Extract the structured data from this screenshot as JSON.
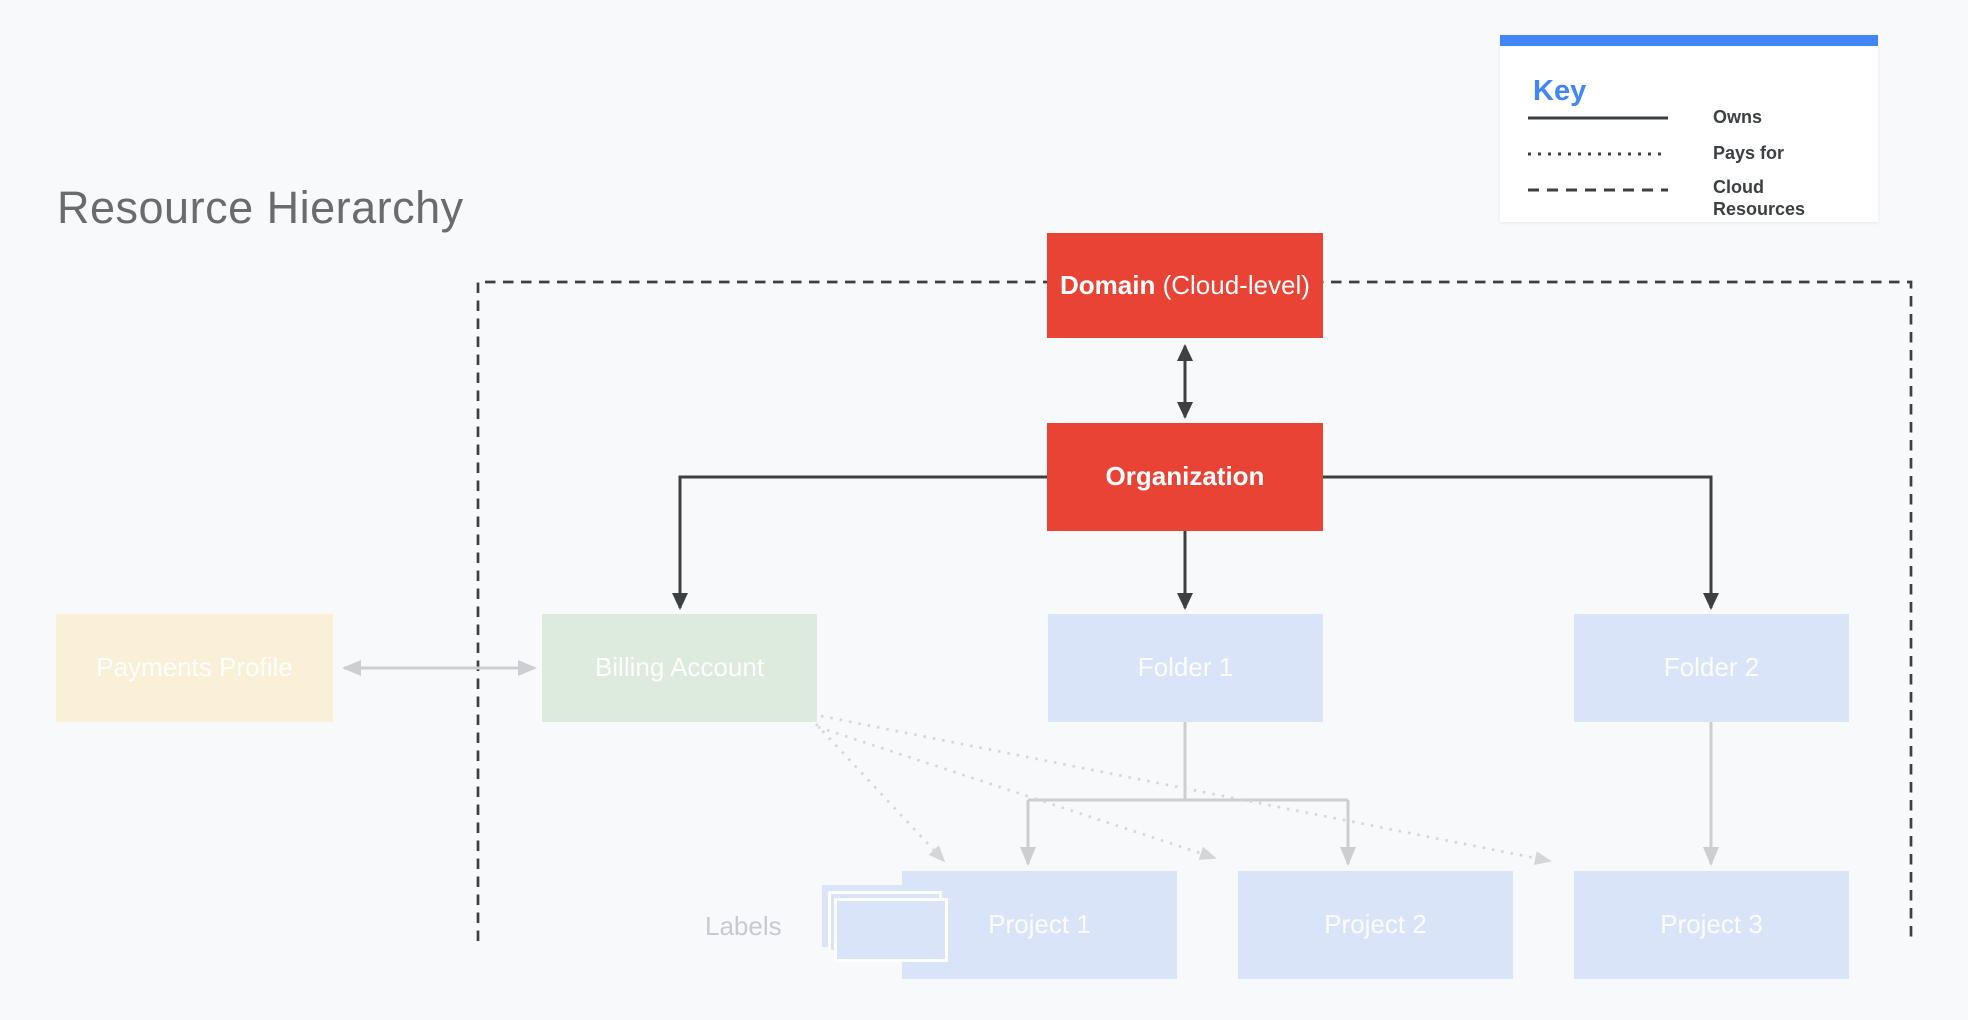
{
  "title": "Resource Hierarchy",
  "key": {
    "title": "Key",
    "items": [
      {
        "line_style": "solid",
        "label": "Owns"
      },
      {
        "line_style": "dotted",
        "label": "Pays for"
      },
      {
        "line_style": "dashed",
        "label": "Cloud Resources"
      }
    ]
  },
  "nodes": {
    "domain": {
      "label_bold": "Domain",
      "label_rest": " (Cloud-level)"
    },
    "organization": {
      "label": "Organization"
    },
    "payments_profile": {
      "label": "Payments Profile"
    },
    "billing_account": {
      "label": "Billing Account"
    },
    "folder1": {
      "label": "Folder 1"
    },
    "folder2": {
      "label": "Folder 2"
    },
    "project1": {
      "label": "Project 1"
    },
    "project2": {
      "label": "Project 2"
    },
    "project3": {
      "label": "Project 3"
    }
  },
  "labels_annotation": {
    "label": "Labels"
  },
  "colors": {
    "background": "#F8F9FA",
    "node_red": "#E94335",
    "node_blue": "#D9E4F9",
    "node_green": "#DDEBDD",
    "node_cream": "#FAF0D8",
    "node_text_light": "#FFFFFF",
    "title_gray": "#6A6B6D",
    "key_accent": "#4285F4",
    "legend_text": "#3C4043",
    "connector_dark": "#3C4043",
    "connector_gray": "#CCCED1",
    "connector_faint": "#D5D6D8",
    "faint_label": "#C7CBD1"
  }
}
